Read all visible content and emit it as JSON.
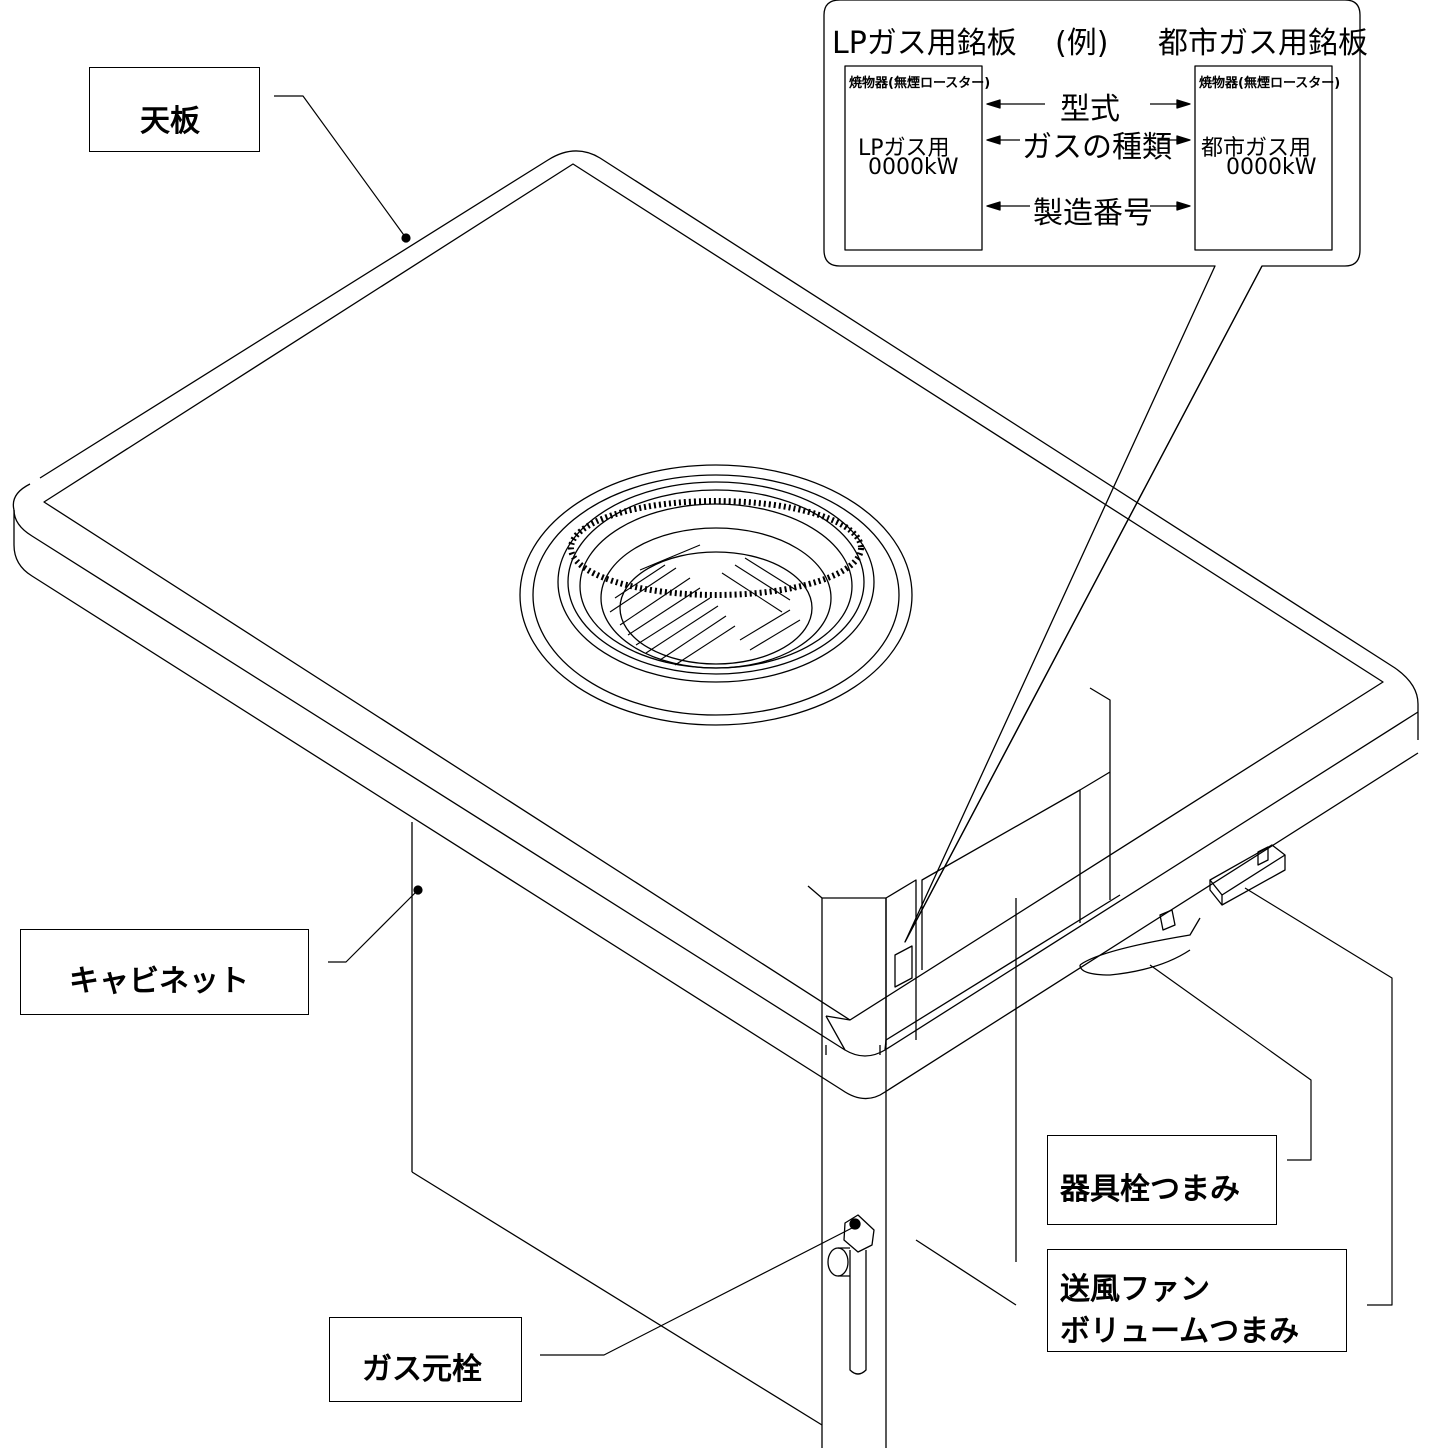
{
  "callouts": {
    "top_plate": "天板",
    "cabinet": "キャビネット",
    "gas_main_valve": "ガス元栓",
    "appliance_valve_knob": "器具栓つまみ",
    "fan_knob_line1": "送風ファン",
    "fan_knob_line2": "ボリュームつまみ"
  },
  "nameplate": {
    "lp_title": "LPガス用銘板",
    "example": "(例)",
    "city_title": "都市ガス用銘板",
    "model_label": "型式",
    "gas_type_label": "ガスの種類",
    "serial_label": "製造番号",
    "lp_plate": {
      "product": "焼物器(無煙ロースター)",
      "gas": "LPガス用",
      "power": "0000kW"
    },
    "city_plate": {
      "product": "焼物器(無煙ロースター)",
      "gas": "都市ガス用",
      "power": "0000kW"
    }
  }
}
